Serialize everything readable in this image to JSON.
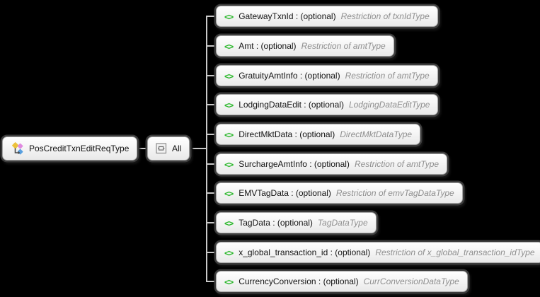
{
  "diagram": {
    "root": {
      "label": "PosCreditTxnEditReqType"
    },
    "compositor": {
      "label": "All"
    },
    "element_glyph": "<>",
    "children": [
      {
        "label": "GatewayTxnId : (optional)",
        "type": "Restriction of txnIdType"
      },
      {
        "label": "Amt : (optional)",
        "type": "Restriction of amtType"
      },
      {
        "label": "GratuityAmtInfo : (optional)",
        "type": "Restriction of amtType"
      },
      {
        "label": "LodgingDataEdit : (optional)",
        "type": "LodgingDataEditType"
      },
      {
        "label": "DirectMktData : (optional)",
        "type": "DirectMktDataType"
      },
      {
        "label": "SurchargeAmtInfo : (optional)",
        "type": "Restriction of amtType"
      },
      {
        "label": "EMVTagData : (optional)",
        "type": "Restriction of emvTagDataType"
      },
      {
        "label": "TagData : (optional)",
        "type": "TagDataType"
      },
      {
        "label": "x_global_transaction_id : (optional)",
        "type": "Restriction of x_global_transaction_idType"
      },
      {
        "label": "CurrencyConversion : (optional)",
        "type": "CurrConversionDataType"
      }
    ],
    "colors": {
      "background": "#000000",
      "element_icon_green": "#2bb82b",
      "type_text_gray": "#8f8f8f",
      "connector_gray": "#c9c9c9"
    }
  }
}
